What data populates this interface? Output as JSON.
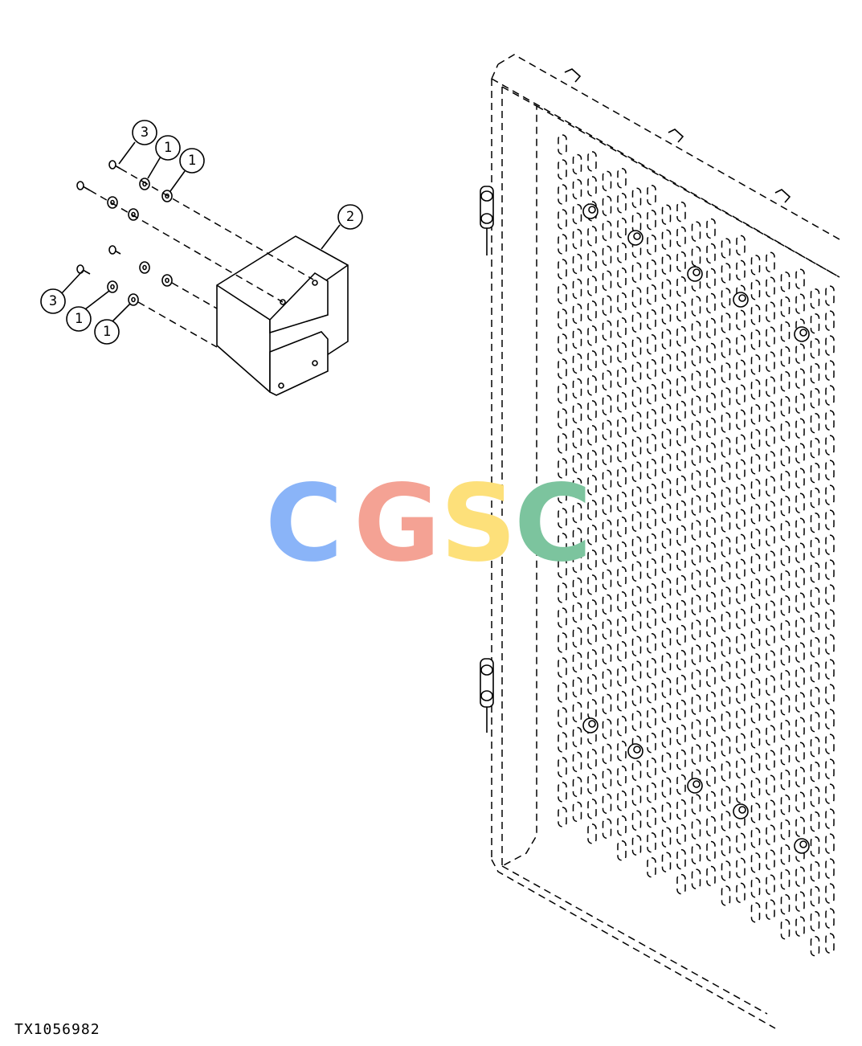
{
  "figure_id": "TX1056982",
  "watermark": {
    "letters": [
      "C",
      "G",
      "S",
      "C"
    ],
    "colors": [
      "#8ab4f8",
      "#f4a294",
      "#fde07a",
      "#7cc49e"
    ]
  },
  "callouts": [
    {
      "label": "3"
    },
    {
      "label": "1"
    },
    {
      "label": "1"
    },
    {
      "label": "2"
    },
    {
      "label": "3"
    },
    {
      "label": "1"
    },
    {
      "label": "1"
    }
  ],
  "colors": {
    "line": "#000000",
    "background": "#ffffff"
  }
}
